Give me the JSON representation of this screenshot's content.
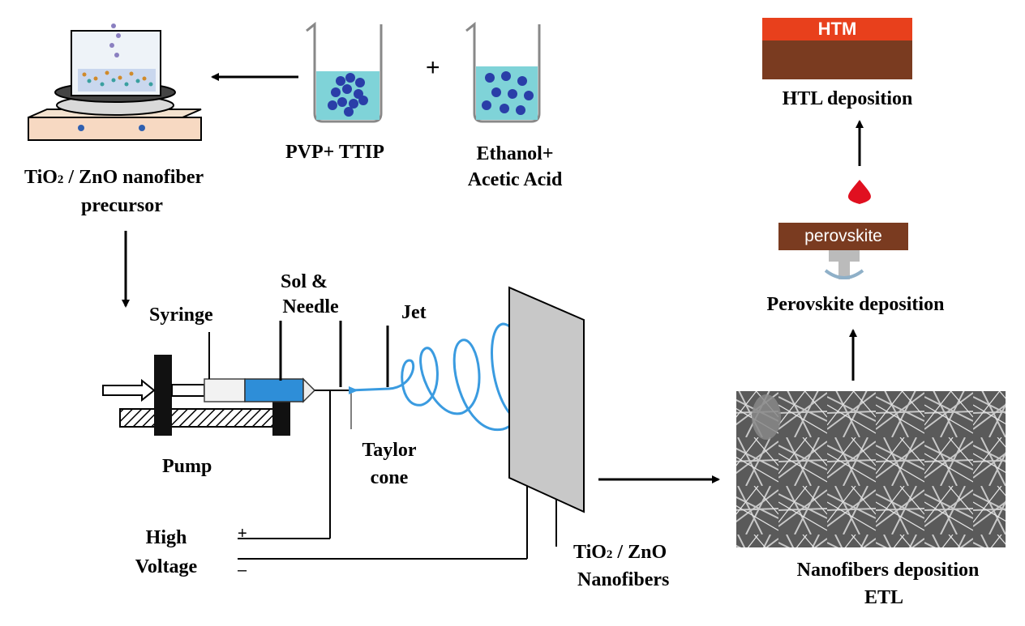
{
  "precursor": {
    "label_line1": "TiO",
    "sub": "2",
    "label_line1_rest": " / ZnO nanofiber",
    "label_line2": "precursor"
  },
  "beakers": {
    "left_label": "PVP+ TTIP",
    "plus": "+",
    "right_label_line1": "Ethanol+",
    "right_label_line2": "Acetic Acid"
  },
  "electrospinning": {
    "syringe": "Syringe",
    "sol_line1": "Sol &",
    "sol_line2": "Needle",
    "jet": "Jet",
    "pump": "Pump",
    "taylor_line1": "Taylor",
    "taylor_line2": "cone",
    "hv_line1": "High",
    "hv_line2": "Voltage",
    "plus_terminal": "+",
    "minus_terminal": "–",
    "fibers_line1_a": "TiO",
    "fibers_sub": "2",
    "fibers_line1_b": " / ZnO",
    "fibers_line2": "Nanofibers"
  },
  "device": {
    "nanofibers_line1": "Nanofibers deposition",
    "nanofibers_line2": "ETL",
    "perovskite_layer": "perovskite",
    "perovskite_caption": "Perovskite deposition",
    "htm_layer": "HTM",
    "htl_caption": "HTL deposition"
  },
  "colors": {
    "solution": "#7fd3d8",
    "particles": "#2a3ea8",
    "jet": "#3a9be0",
    "htm": "#e8401c",
    "brown": "#7a3b20",
    "drop": "#e01020",
    "collector": "#c8c8c8"
  }
}
